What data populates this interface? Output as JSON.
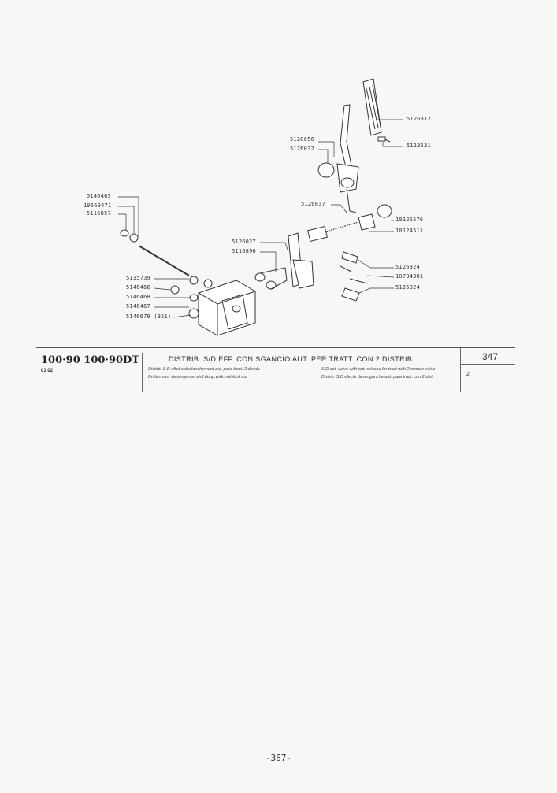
{
  "parts": {
    "p5126312": "5126312",
    "p5113531": "5113531",
    "p5128656": "5128656",
    "p5126032": "5126032",
    "p5146463": "5146463",
    "p10569471": "10569471",
    "p5116857": "5116857",
    "p5126037": "5126037",
    "p10125576": "10125576",
    "p10124511": "10124511",
    "p5126027": "5126027",
    "p5116896": "5116896",
    "p5126824a": "5126824",
    "p10734301": "10734301",
    "p5126824b": "5126824",
    "p5135739": "5135739",
    "p5146466": "5146466",
    "p5146468": "5146468",
    "p5146467": "5146467",
    "p5146679": "5146679 (351)"
  },
  "title_block": {
    "model": "100·90 100·90DT",
    "year": "01 02",
    "title_it": "DISTRIB. S/D EFF. CON SGANCIO AUT. PER TRATT. CON 2 DISTRIB.",
    "title_fr": "Distrib. S.D effet a declanchement aut. pour tract. 2 distrib.",
    "title_en": "S.D act. valve with aut. release for tract with 2 remote valve",
    "title_de": "Drittes zus. steuergeraet einf.dopp.wirk. mit kick out",
    "title_es": "Distrib. S.D efecto desenganche aut. para tract. con 2 dist",
    "page_code": "347",
    "variant": "2"
  },
  "footer": {
    "page_number": "-367-"
  }
}
